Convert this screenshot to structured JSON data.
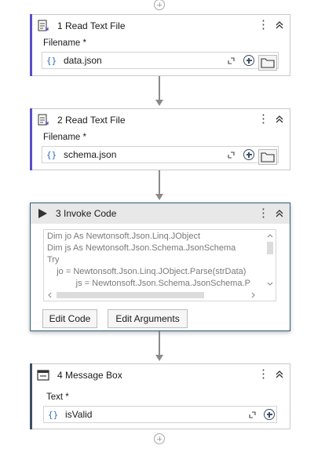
{
  "activities": [
    {
      "number_title": "1 Read Text File",
      "field_label": "Filename",
      "required_marker": "*",
      "field_value": "data.json",
      "icon": "read-text-file-icon"
    },
    {
      "number_title": "2 Read Text File",
      "field_label": "Filename",
      "required_marker": "*",
      "field_value": "schema.json",
      "icon": "read-text-file-icon"
    },
    {
      "number_title": "3 Invoke Code",
      "code_lines": [
        "Dim jo As Newtonsoft.Json.Linq.JObject",
        "Dim js As Newtonsoft.Json.Schema.JsonSchema",
        "Try",
        "    jo = Newtonsoft.Json.Linq.JObject.Parse(strData)",
        "            js = Newtonsoft.Json.Schema.JsonSchema.P"
      ],
      "edit_code_label": "Edit Code",
      "edit_arguments_label": "Edit Arguments",
      "icon": "play-icon"
    },
    {
      "number_title": "4 Message Box",
      "field_label": "Text",
      "required_marker": "*",
      "field_value": "isValid",
      "icon": "message-box-icon"
    }
  ],
  "braces_symbol": "{}",
  "kebab_symbol": "⋮",
  "colors": {
    "accent_bar": "#5a4ec9",
    "selected_border": "#2e5f7f",
    "braces": "#2f6eb8"
  }
}
